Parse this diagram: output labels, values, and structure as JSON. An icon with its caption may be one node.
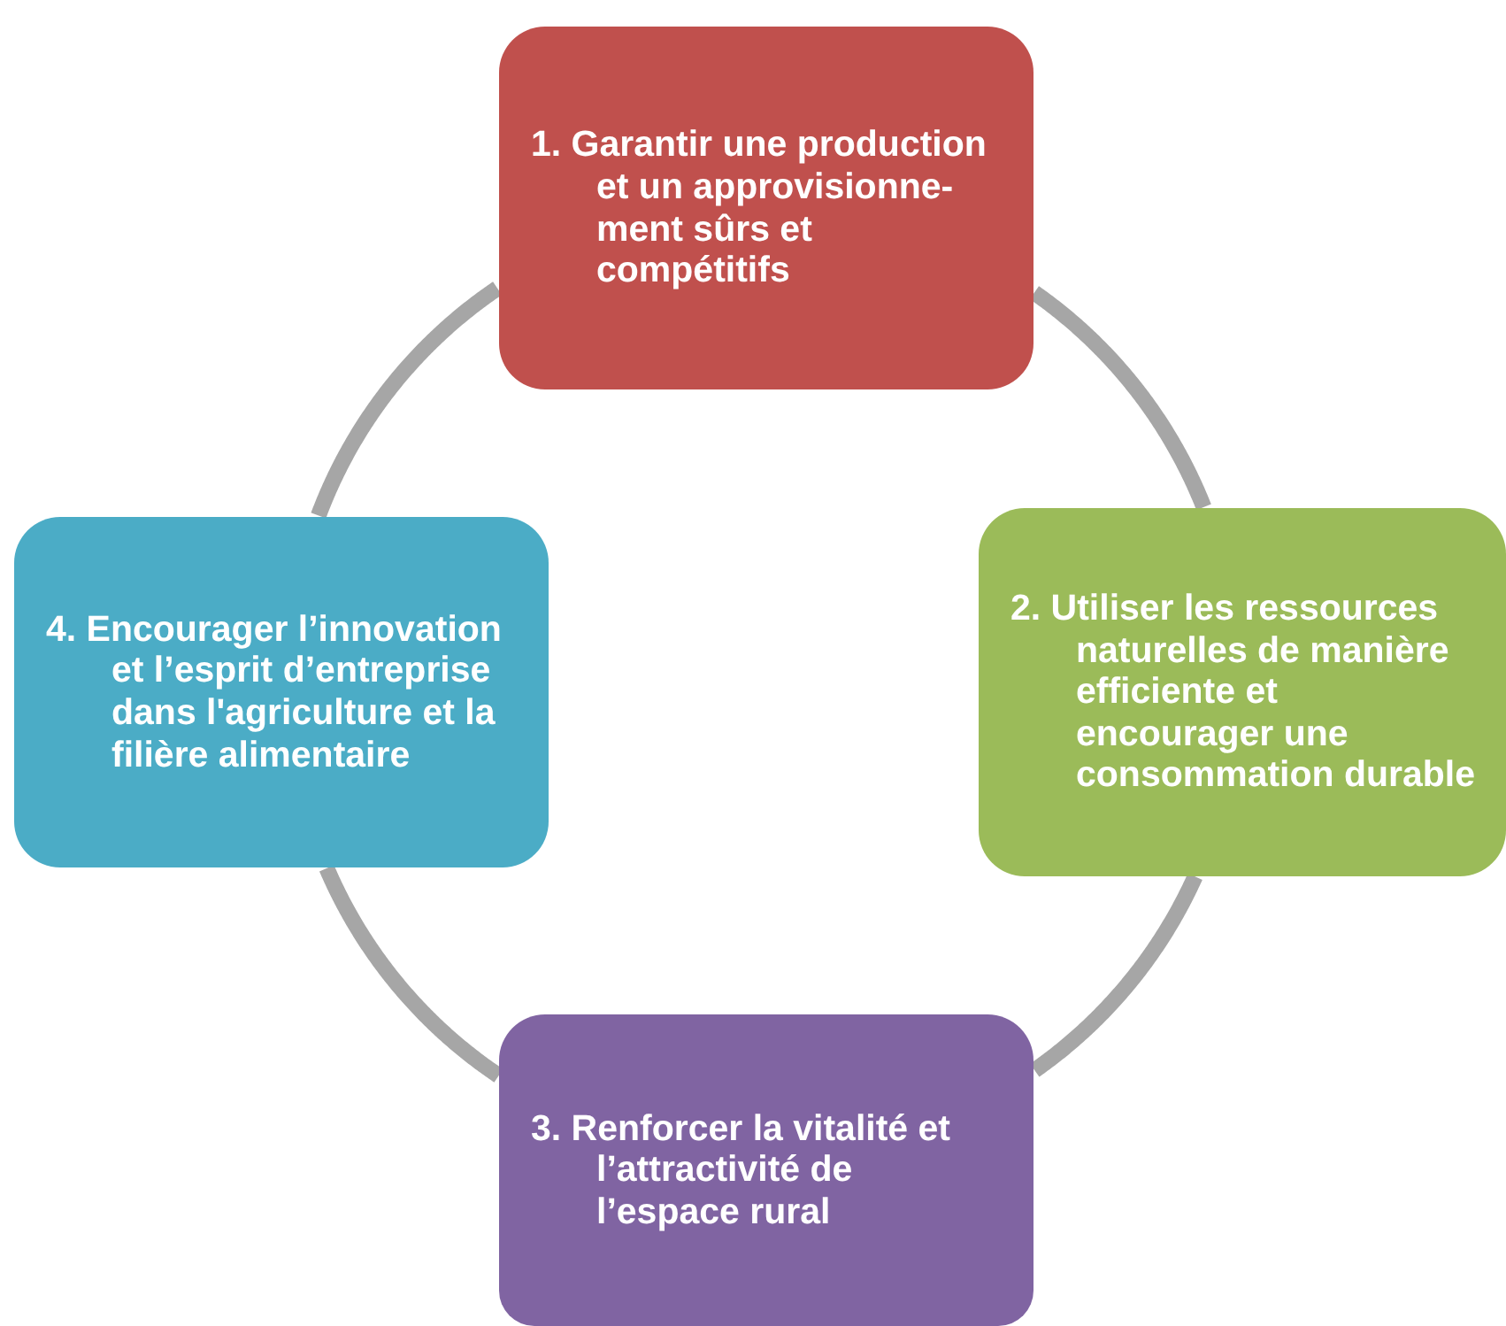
{
  "diagram": {
    "nodes": [
      {
        "text": [
          "1. Garantir une production et un approvisionne-ment sûrs et compétitifs"
        ]
      },
      {
        "text": [
          "2. Utiliser les ressources naturelles de manière efficiente et encourager une consommation durable"
        ]
      },
      {
        "text": [
          "3. Renforcer la vitalité et l’attractivité de l’espace rural"
        ]
      },
      {
        "text": [
          "4. Encourager l’innovation et l’esprit d’entreprise dans l'agriculture et la filière alimentaire"
        ]
      }
    ],
    "edges": [
      {
        "from": 0,
        "to": 1,
        "arrow": "none"
      },
      {
        "from": 1,
        "to": 2,
        "arrow": "none"
      },
      {
        "from": 2,
        "to": 3,
        "arrow": "none"
      },
      {
        "from": 3,
        "to": 0,
        "arrow": "none"
      }
    ]
  }
}
